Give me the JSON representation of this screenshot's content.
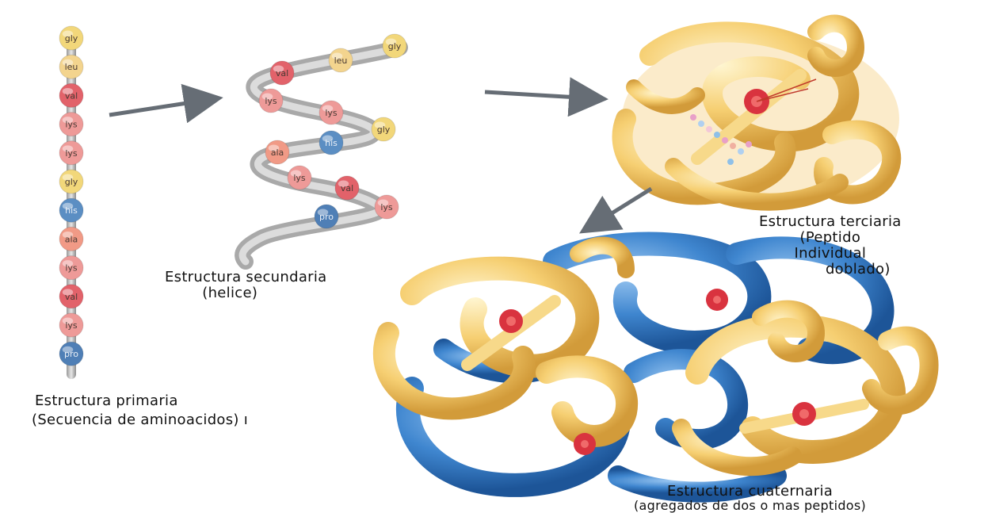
{
  "colors": {
    "gly": "#f2d77a",
    "leu": "#f3d48e",
    "val": "#e2626a",
    "lys": "#ee9a98",
    "his": "#5b8ec3",
    "ala": "#f19a86",
    "pro": "#4f7fb6",
    "ribbon_yellow": "#f6cf72",
    "ribbon_blue": "#3f86cf",
    "arrow": "#666d75"
  },
  "primary_chain": [
    "gly",
    "leu",
    "val",
    "lys",
    "lys",
    "gly",
    "his",
    "ala",
    "lys",
    "val",
    "lys",
    "pro"
  ],
  "helix_beads": [
    "gly",
    "leu",
    "val",
    "lys",
    "lys",
    "gly",
    "his",
    "ala",
    "lys",
    "val",
    "lys",
    "pro"
  ],
  "labels": {
    "primary": {
      "title": "Estructura primaria",
      "subtitle": "(Secuencia de aminoacidos) ı"
    },
    "secondary": {
      "title": "Estructura secundaria",
      "subtitle": "(helice)"
    },
    "tertiary": {
      "title": "Estructura terciaria",
      "line2": "(Peptido",
      "line3": "Individual",
      "line4": "doblado)"
    },
    "quaternary": {
      "title": "Estructura cuaternaria",
      "subtitle": "(agregados de dos o mas peptidos)"
    }
  }
}
